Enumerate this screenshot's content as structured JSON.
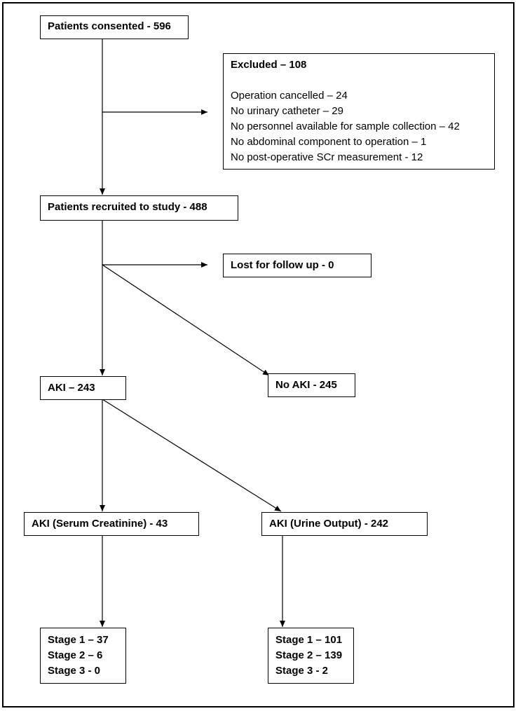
{
  "consented": "Patients consented - 596",
  "excluded": {
    "title": "Excluded – 108",
    "reasons": [
      "Operation cancelled – 24",
      "No urinary catheter – 29",
      "No personnel available for sample collection – 42",
      "No abdominal component to operation – 1",
      "No post-operative SCr measurement - 12"
    ]
  },
  "recruited": "Patients recruited to study - 488",
  "lost": "Lost for follow up - 0",
  "aki": "AKI – 243",
  "no_aki": "No AKI - 245",
  "aki_scr": "AKI (Serum Creatinine) - 43",
  "aki_uo": "AKI (Urine Output) - 242",
  "scr_stages": [
    "Stage 1 – 37",
    "Stage 2 – 6",
    "Stage 3 - 0"
  ],
  "uo_stages": [
    "Stage 1 – 101",
    "Stage 2 – 139",
    "Stage 3 - 2"
  ]
}
